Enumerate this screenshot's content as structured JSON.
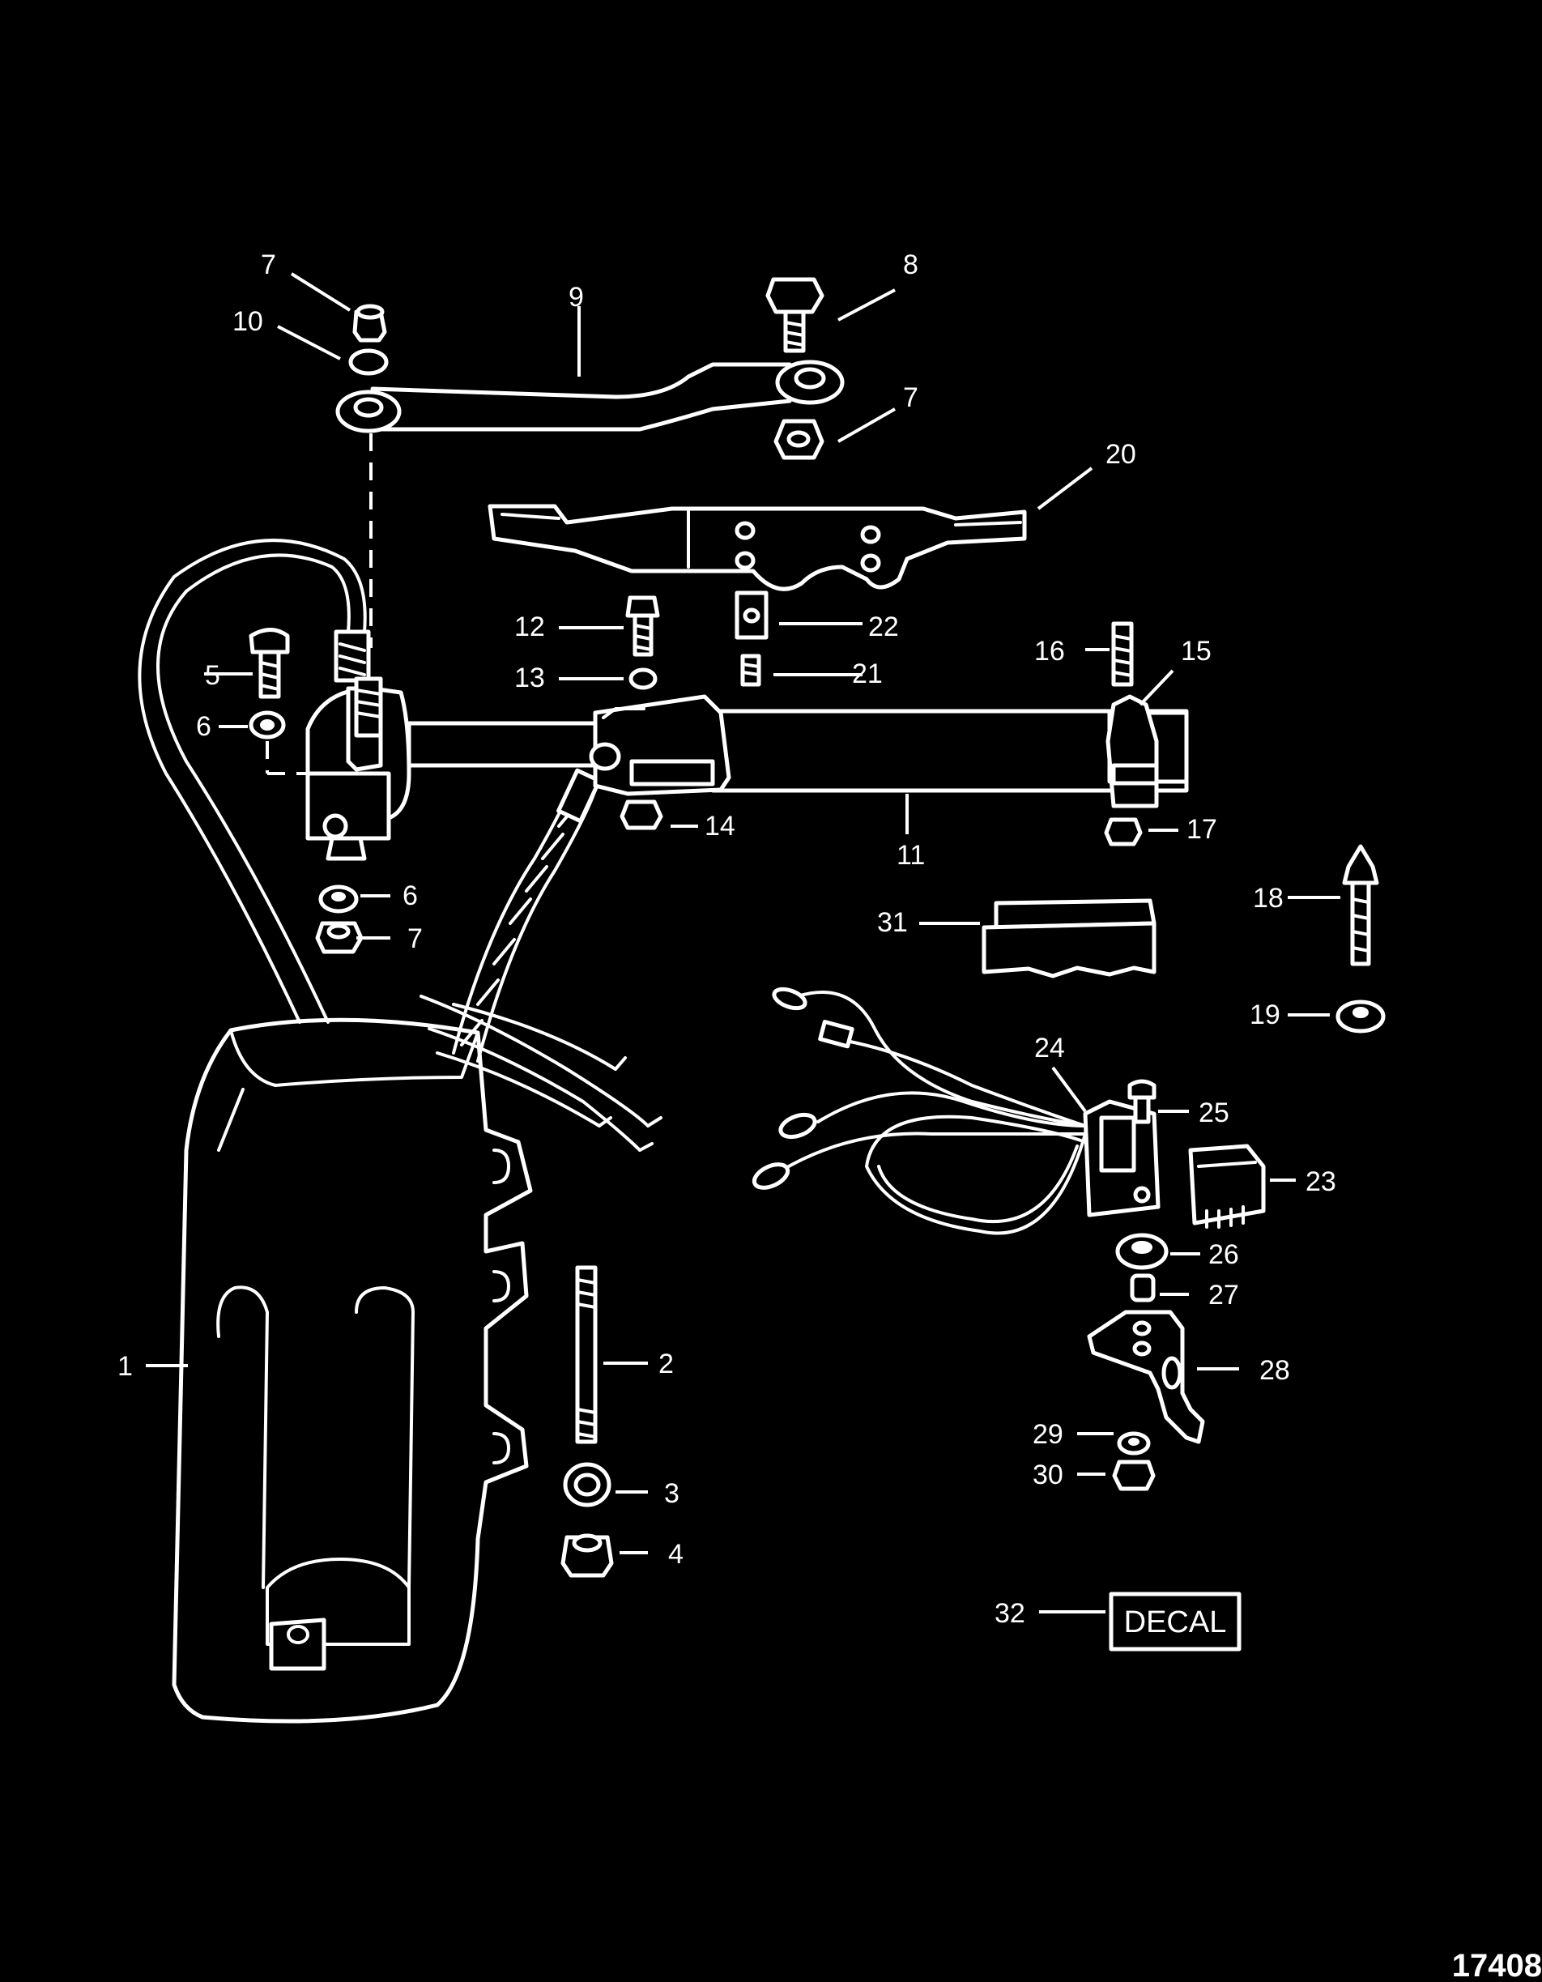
{
  "diagram": {
    "figure_number": "17408",
    "decal_text": "DECAL",
    "callouts": {
      "c1": "1",
      "c2": "2",
      "c3": "3",
      "c4": "4",
      "c5": "5",
      "c6a": "6",
      "c6b": "6",
      "c7a": "7",
      "c7b": "7",
      "c7c": "7",
      "c8": "8",
      "c9": "9",
      "c10": "10",
      "c11": "11",
      "c12": "12",
      "c13": "13",
      "c14": "14",
      "c15": "15",
      "c16": "16",
      "c17": "17",
      "c18": "18",
      "c19": "19",
      "c20": "20",
      "c21": "21",
      "c22": "22",
      "c23": "23",
      "c24": "24",
      "c25": "25",
      "c26": "26",
      "c27": "27",
      "c28": "28",
      "c29": "29",
      "c30": "30",
      "c31": "31",
      "c32": "32"
    }
  }
}
